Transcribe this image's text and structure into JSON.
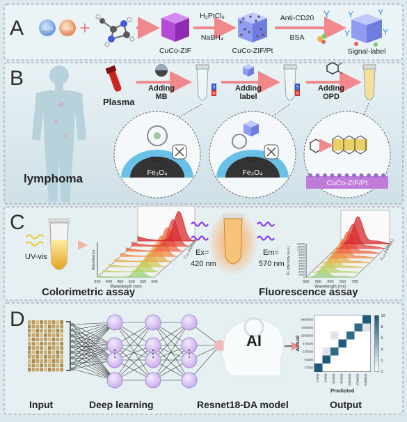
{
  "panels": {
    "A": {
      "letter": "A",
      "metal_ions": [
        "Cu(II)",
        "Co(II)"
      ],
      "product1": "CuCo-ZIF",
      "step1_top": "H₂PtCl₆",
      "step1_bottom": "NaBH₄",
      "product2": "CuCo-ZIF/Pt",
      "step2_top": "Anti-CD20",
      "step2_bottom": "BSA",
      "product3": "Signal-label"
    },
    "B": {
      "letter": "B",
      "patient_label": "lymphoma",
      "plasma_label": "Plasma",
      "step1_line1": "Adding",
      "step1_line2": "MB",
      "step2_line1": "Adding",
      "step2_line2": "label",
      "step3_line1": "Adding",
      "step3_line2": "OPD",
      "magnet_S": "S",
      "magnet_N": "N",
      "tio2": "TiO₂",
      "fe3o4": "Fe₃O₄",
      "surface": "CuCo-ZIF/Pt"
    },
    "C": {
      "letter": "C",
      "uvvis": "UV-vis",
      "ex_line1": "Ex=",
      "ex_line2": "420 nm",
      "em_line1": "Em=",
      "em_line2": "570 nm",
      "colorimetric_title": "Colorimetric assay",
      "fluorescence_title": "Fluorescence assay"
    },
    "D": {
      "letter": "D",
      "ai": "AI",
      "input": "Input",
      "deep_learning": "Deep learning",
      "model": "Resnet18-DA model",
      "output": "Output"
    }
  },
  "chart_data": [
    {
      "type": "line",
      "ylabel": "Absorbance",
      "xlabel": "Wavelength (nm)",
      "zlabel": "C₁₂₀ (cells/µL)",
      "x_ticks": [
        "350",
        "400",
        "450",
        "500",
        "550",
        "600"
      ],
      "series_count": 8
    },
    {
      "type": "line",
      "ylabel": "FL intensity (a.u.)",
      "xlabel": "Wavelength (nm)",
      "zlabel": "C₁₂₀ (cells/µL)",
      "y_ticks": [
        "0",
        "1000",
        "2000",
        "3000",
        "4000",
        "5000",
        "6000",
        "7000",
        "8000",
        "9000",
        "10000",
        "11000",
        "12000"
      ],
      "x_ticks": [
        "500",
        "550",
        "600",
        "650",
        "700"
      ],
      "series_count": 8
    },
    {
      "type": "heatmap",
      "xlabel": "Predicted",
      "ylabel": "Actual",
      "labels": [
        "47000",
        "94000",
        "235000",
        "470000",
        "2350000",
        "4700000",
        "9400000"
      ],
      "colorbar_ticks": [
        "0",
        "2",
        "4",
        "6",
        "8",
        "10"
      ],
      "matrix": [
        [
          10,
          0,
          0,
          0,
          0,
          0,
          0
        ],
        [
          0,
          10,
          0,
          0,
          0,
          0,
          0
        ],
        [
          0,
          1,
          9,
          0,
          0,
          0,
          0
        ],
        [
          0,
          0,
          0,
          10,
          0,
          0,
          0
        ],
        [
          0,
          0,
          1,
          0,
          9,
          0,
          0
        ],
        [
          0,
          0,
          0,
          0,
          0,
          9,
          1
        ],
        [
          0,
          0,
          0,
          0,
          0,
          0,
          10
        ]
      ]
    }
  ],
  "colors": {
    "panel_fill": "#eaf3f6",
    "panel_border": "#8a9aa3",
    "arrow": "#f0888c",
    "cube": "#b44bd6",
    "nanocube": "#9aa7ff",
    "surface": "#c07ad8",
    "heat_dark": "#1b5a7a"
  }
}
